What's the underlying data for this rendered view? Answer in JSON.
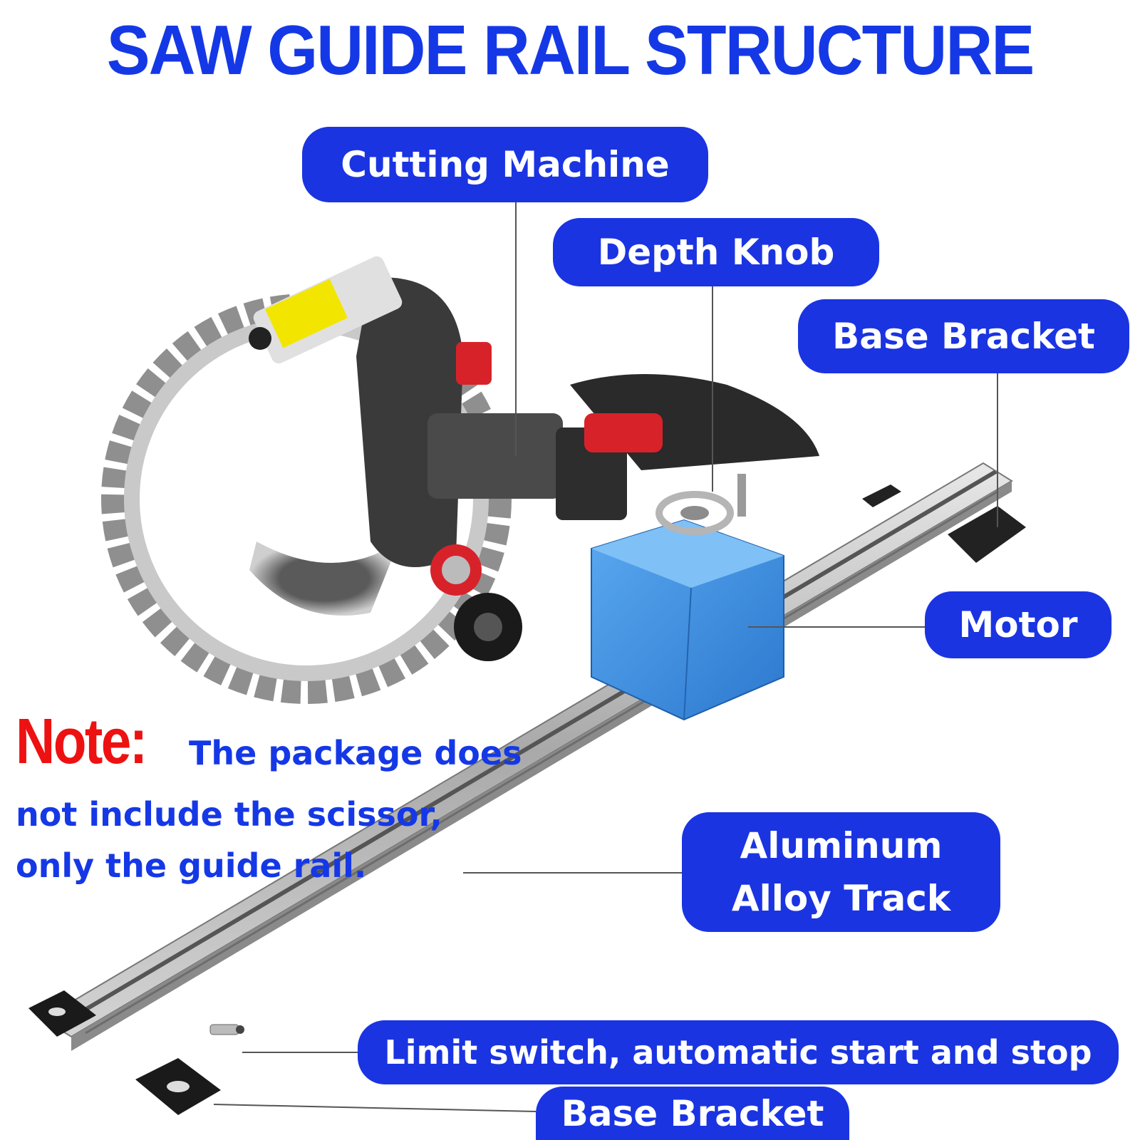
{
  "title": "SAW GUIDE RAIL STRUCTURE",
  "labels": {
    "cutting_machine": "Cutting Machine",
    "depth_knob": "Depth Knob",
    "base_bracket_top": "Base Bracket",
    "motor": "Motor",
    "aluminum_track_line1": "Aluminum",
    "aluminum_track_line2": "Alloy Track",
    "limit_switch": "Limit switch, automatic start and stop",
    "base_bracket_bottom": "Base Bracket"
  },
  "note": {
    "word": "Note:",
    "line1": "The package does",
    "line2": "not include the scissor,",
    "line3": "only the guide rail."
  },
  "colors": {
    "title": "#1538e6",
    "pill": "#1a34e2",
    "note_word": "#ee1111",
    "motor_box": "#3d8fe0"
  }
}
